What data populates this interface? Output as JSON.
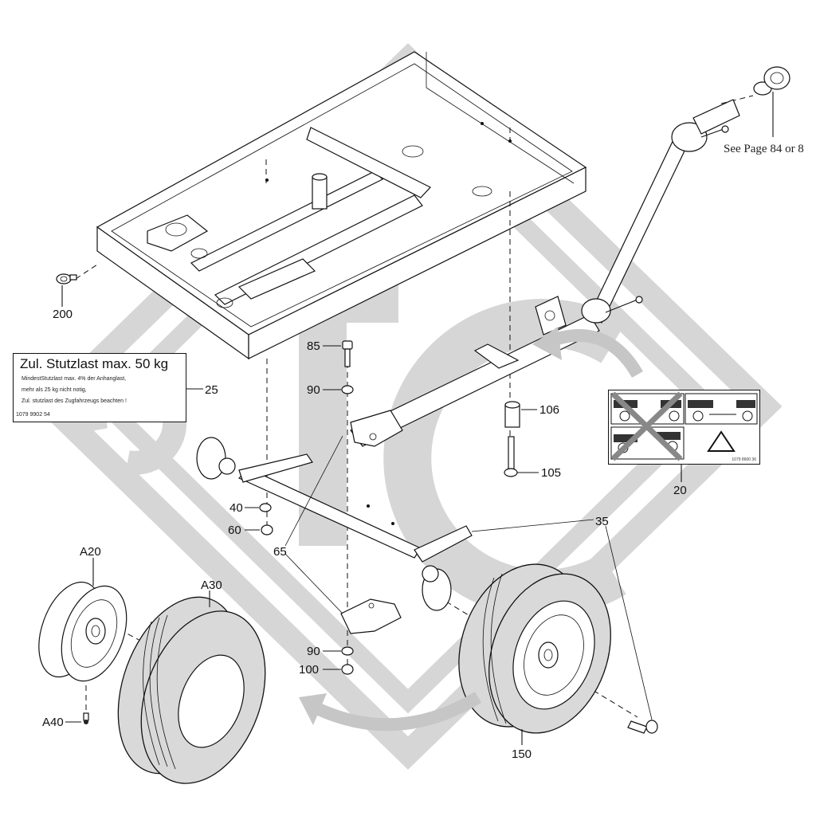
{
  "document": {
    "type": "exploded parts diagram",
    "subject": "trailer chassis, drawbar, axle and wheels"
  },
  "watermark": {
    "letters": [
      "e",
      "T",
      "C"
    ],
    "shape": "diamond"
  },
  "callouts": [
    {
      "id": "200",
      "label": "200"
    },
    {
      "id": "85",
      "label": "85"
    },
    {
      "id": "90a",
      "label": "90"
    },
    {
      "id": "25",
      "label": "25"
    },
    {
      "id": "106",
      "label": "106"
    },
    {
      "id": "105",
      "label": "105"
    },
    {
      "id": "20",
      "label": "20"
    },
    {
      "id": "40",
      "label": "40"
    },
    {
      "id": "60",
      "label": "60"
    },
    {
      "id": "65",
      "label": "65"
    },
    {
      "id": "35",
      "label": "35"
    },
    {
      "id": "A20",
      "label": "A20"
    },
    {
      "id": "A30",
      "label": "A30"
    },
    {
      "id": "A40",
      "label": "A40"
    },
    {
      "id": "90b",
      "label": "90"
    },
    {
      "id": "100",
      "label": "100"
    },
    {
      "id": "150",
      "label": "150"
    }
  ],
  "reference_note": "See Page 84 or 8",
  "decal_25": {
    "headline": "Zul. Stutzlast max. 50 kg",
    "lines": [
      "MindestStutzlast max. 4% der Anhanglast,",
      "mehr als 25 kg nicht notig,",
      "Zul. stutzlast des Zugfahrzeugs beachten !"
    ],
    "code": "1079 9902 54"
  },
  "decal_20": {
    "code": "1079 8600 36",
    "warning_symbol": "warning-triangle"
  }
}
